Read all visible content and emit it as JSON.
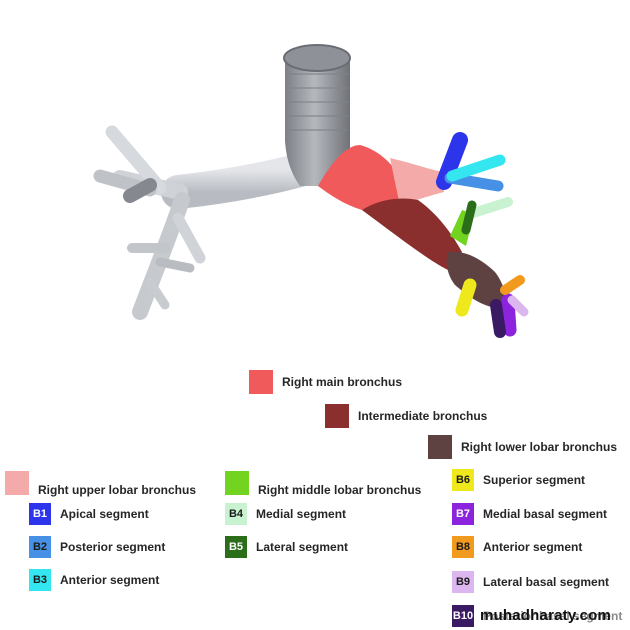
{
  "legend": {
    "main": [
      {
        "label": "Right main bronchus",
        "color": "#f15a5a"
      },
      {
        "label": "Intermediate bronchus",
        "color": "#8a2e2e"
      },
      {
        "label": "Right lower lobar bronchus",
        "color": "#5e4242"
      },
      {
        "label": "Right upper lobar bronchus",
        "color": "#f5aaaa"
      },
      {
        "label": "Right middle lobar bronchus",
        "color": "#72d320"
      }
    ],
    "segments": [
      {
        "code": "B1",
        "label": "Apical segment",
        "color": "#2c35ea"
      },
      {
        "code": "B2",
        "label": "Posterior segment",
        "color": "#4691e6"
      },
      {
        "code": "B3",
        "label": "Anterior segment",
        "color": "#33e6f0"
      },
      {
        "code": "B4",
        "label": "Medial segment",
        "color": "#c8f2d0"
      },
      {
        "code": "B5",
        "label": "Lateral segment",
        "color": "#2a6e1a"
      },
      {
        "code": "B6",
        "label": "Superior segment",
        "color": "#eee81c"
      },
      {
        "code": "B7",
        "label": "Medial basal segment",
        "color": "#8b24dc"
      },
      {
        "code": "B8",
        "label": "Anterior segment",
        "color": "#f29a1e"
      },
      {
        "code": "B9",
        "label": "Lateral basal segment",
        "color": "#dcb6ee"
      },
      {
        "code": "B10",
        "label": "Posterior basal segment",
        "color": "#3a1a63"
      }
    ]
  },
  "colors": {
    "trachea": "#9b9ea3",
    "left_lung_bronchi": "#d2d5da"
  },
  "watermark": "muhadharaty.com"
}
